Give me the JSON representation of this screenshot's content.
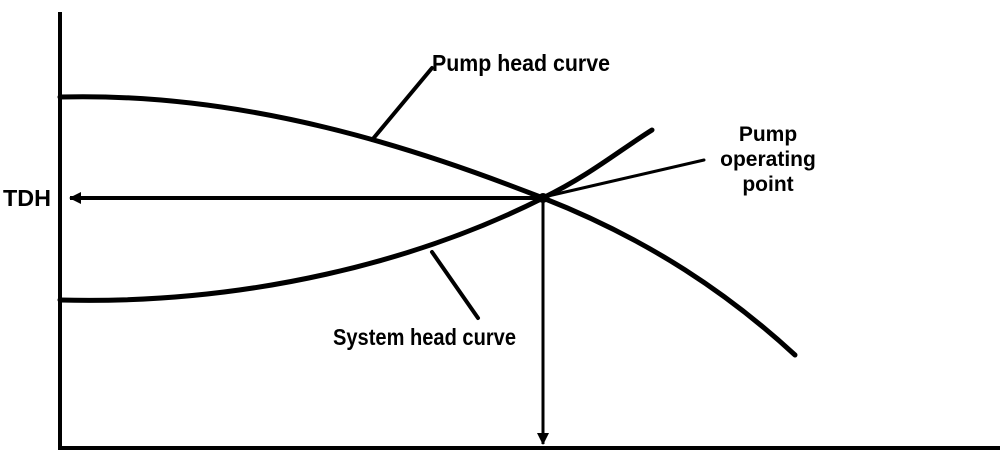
{
  "diagram": {
    "labels": {
      "pump_curve": "Pump head curve",
      "system_curve": "System head curve",
      "operating_point": [
        "Pump",
        "operating",
        "point"
      ],
      "tdh": "TDH"
    },
    "colors": {
      "ink": "#000000",
      "background": "#ffffff"
    }
  }
}
